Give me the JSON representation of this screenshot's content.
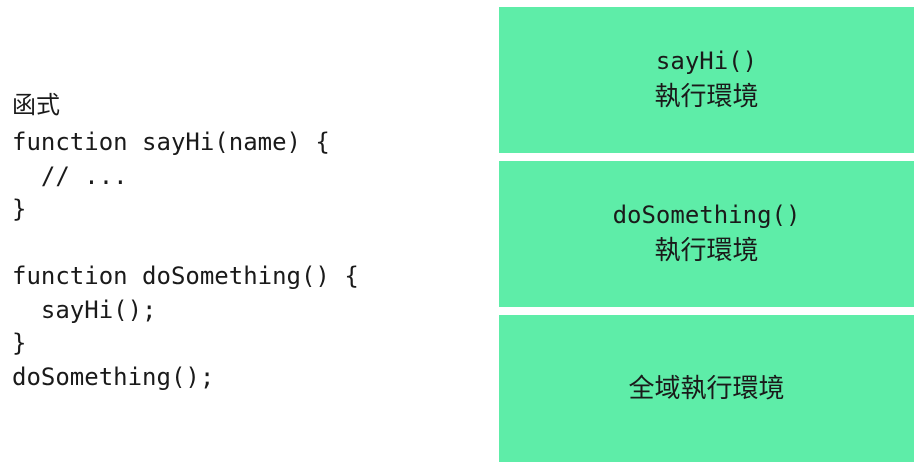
{
  "code": {
    "heading": "函式",
    "lines": [
      "function sayHi(name) {",
      "  // ...",
      "}",
      "",
      "function doSomething() {",
      "  sayHi();",
      "}",
      "doSomething();"
    ]
  },
  "stack": {
    "frames": [
      {
        "function": "sayHi()",
        "label": "執行環境"
      },
      {
        "function": "doSomething()",
        "label": "執行環境"
      },
      {
        "function": "",
        "label": "全域執行環境"
      }
    ]
  },
  "colors": {
    "frame_fill": "#5eeda8",
    "text": "#1a1a1a",
    "background": "#ffffff"
  }
}
